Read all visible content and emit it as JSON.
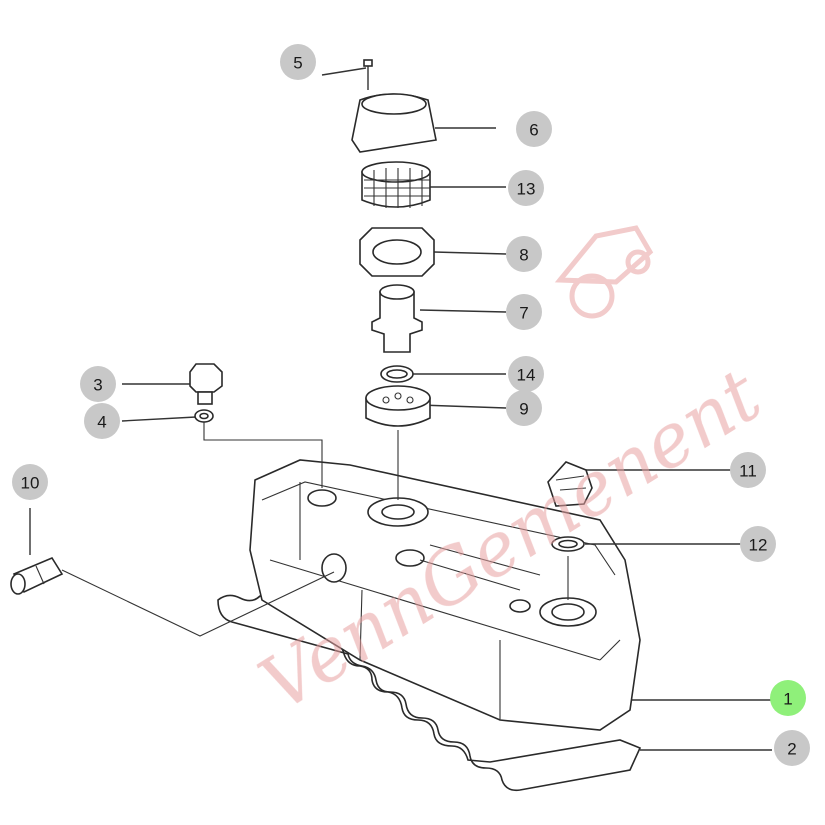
{
  "diagram": {
    "watermark": "VennGemenent",
    "colors": {
      "callout_fill": "#c8c8c8",
      "callout_highlight": "#8ff07a",
      "line": "#2a2a2a",
      "watermark": "#e8a0a0"
    },
    "callouts": [
      {
        "id": "1",
        "label": "1",
        "highlighted": true
      },
      {
        "id": "2",
        "label": "2",
        "highlighted": false
      },
      {
        "id": "3",
        "label": "3",
        "highlighted": false
      },
      {
        "id": "4",
        "label": "4",
        "highlighted": false
      },
      {
        "id": "5",
        "label": "5",
        "highlighted": false
      },
      {
        "id": "6",
        "label": "6",
        "highlighted": false
      },
      {
        "id": "7",
        "label": "7",
        "highlighted": false
      },
      {
        "id": "8",
        "label": "8",
        "highlighted": false
      },
      {
        "id": "9",
        "label": "9",
        "highlighted": false
      },
      {
        "id": "10",
        "label": "10",
        "highlighted": false
      },
      {
        "id": "11",
        "label": "11",
        "highlighted": false
      },
      {
        "id": "12",
        "label": "12",
        "highlighted": false
      },
      {
        "id": "13",
        "label": "13",
        "highlighted": false
      },
      {
        "id": "14",
        "label": "14",
        "highlighted": false
      }
    ]
  }
}
